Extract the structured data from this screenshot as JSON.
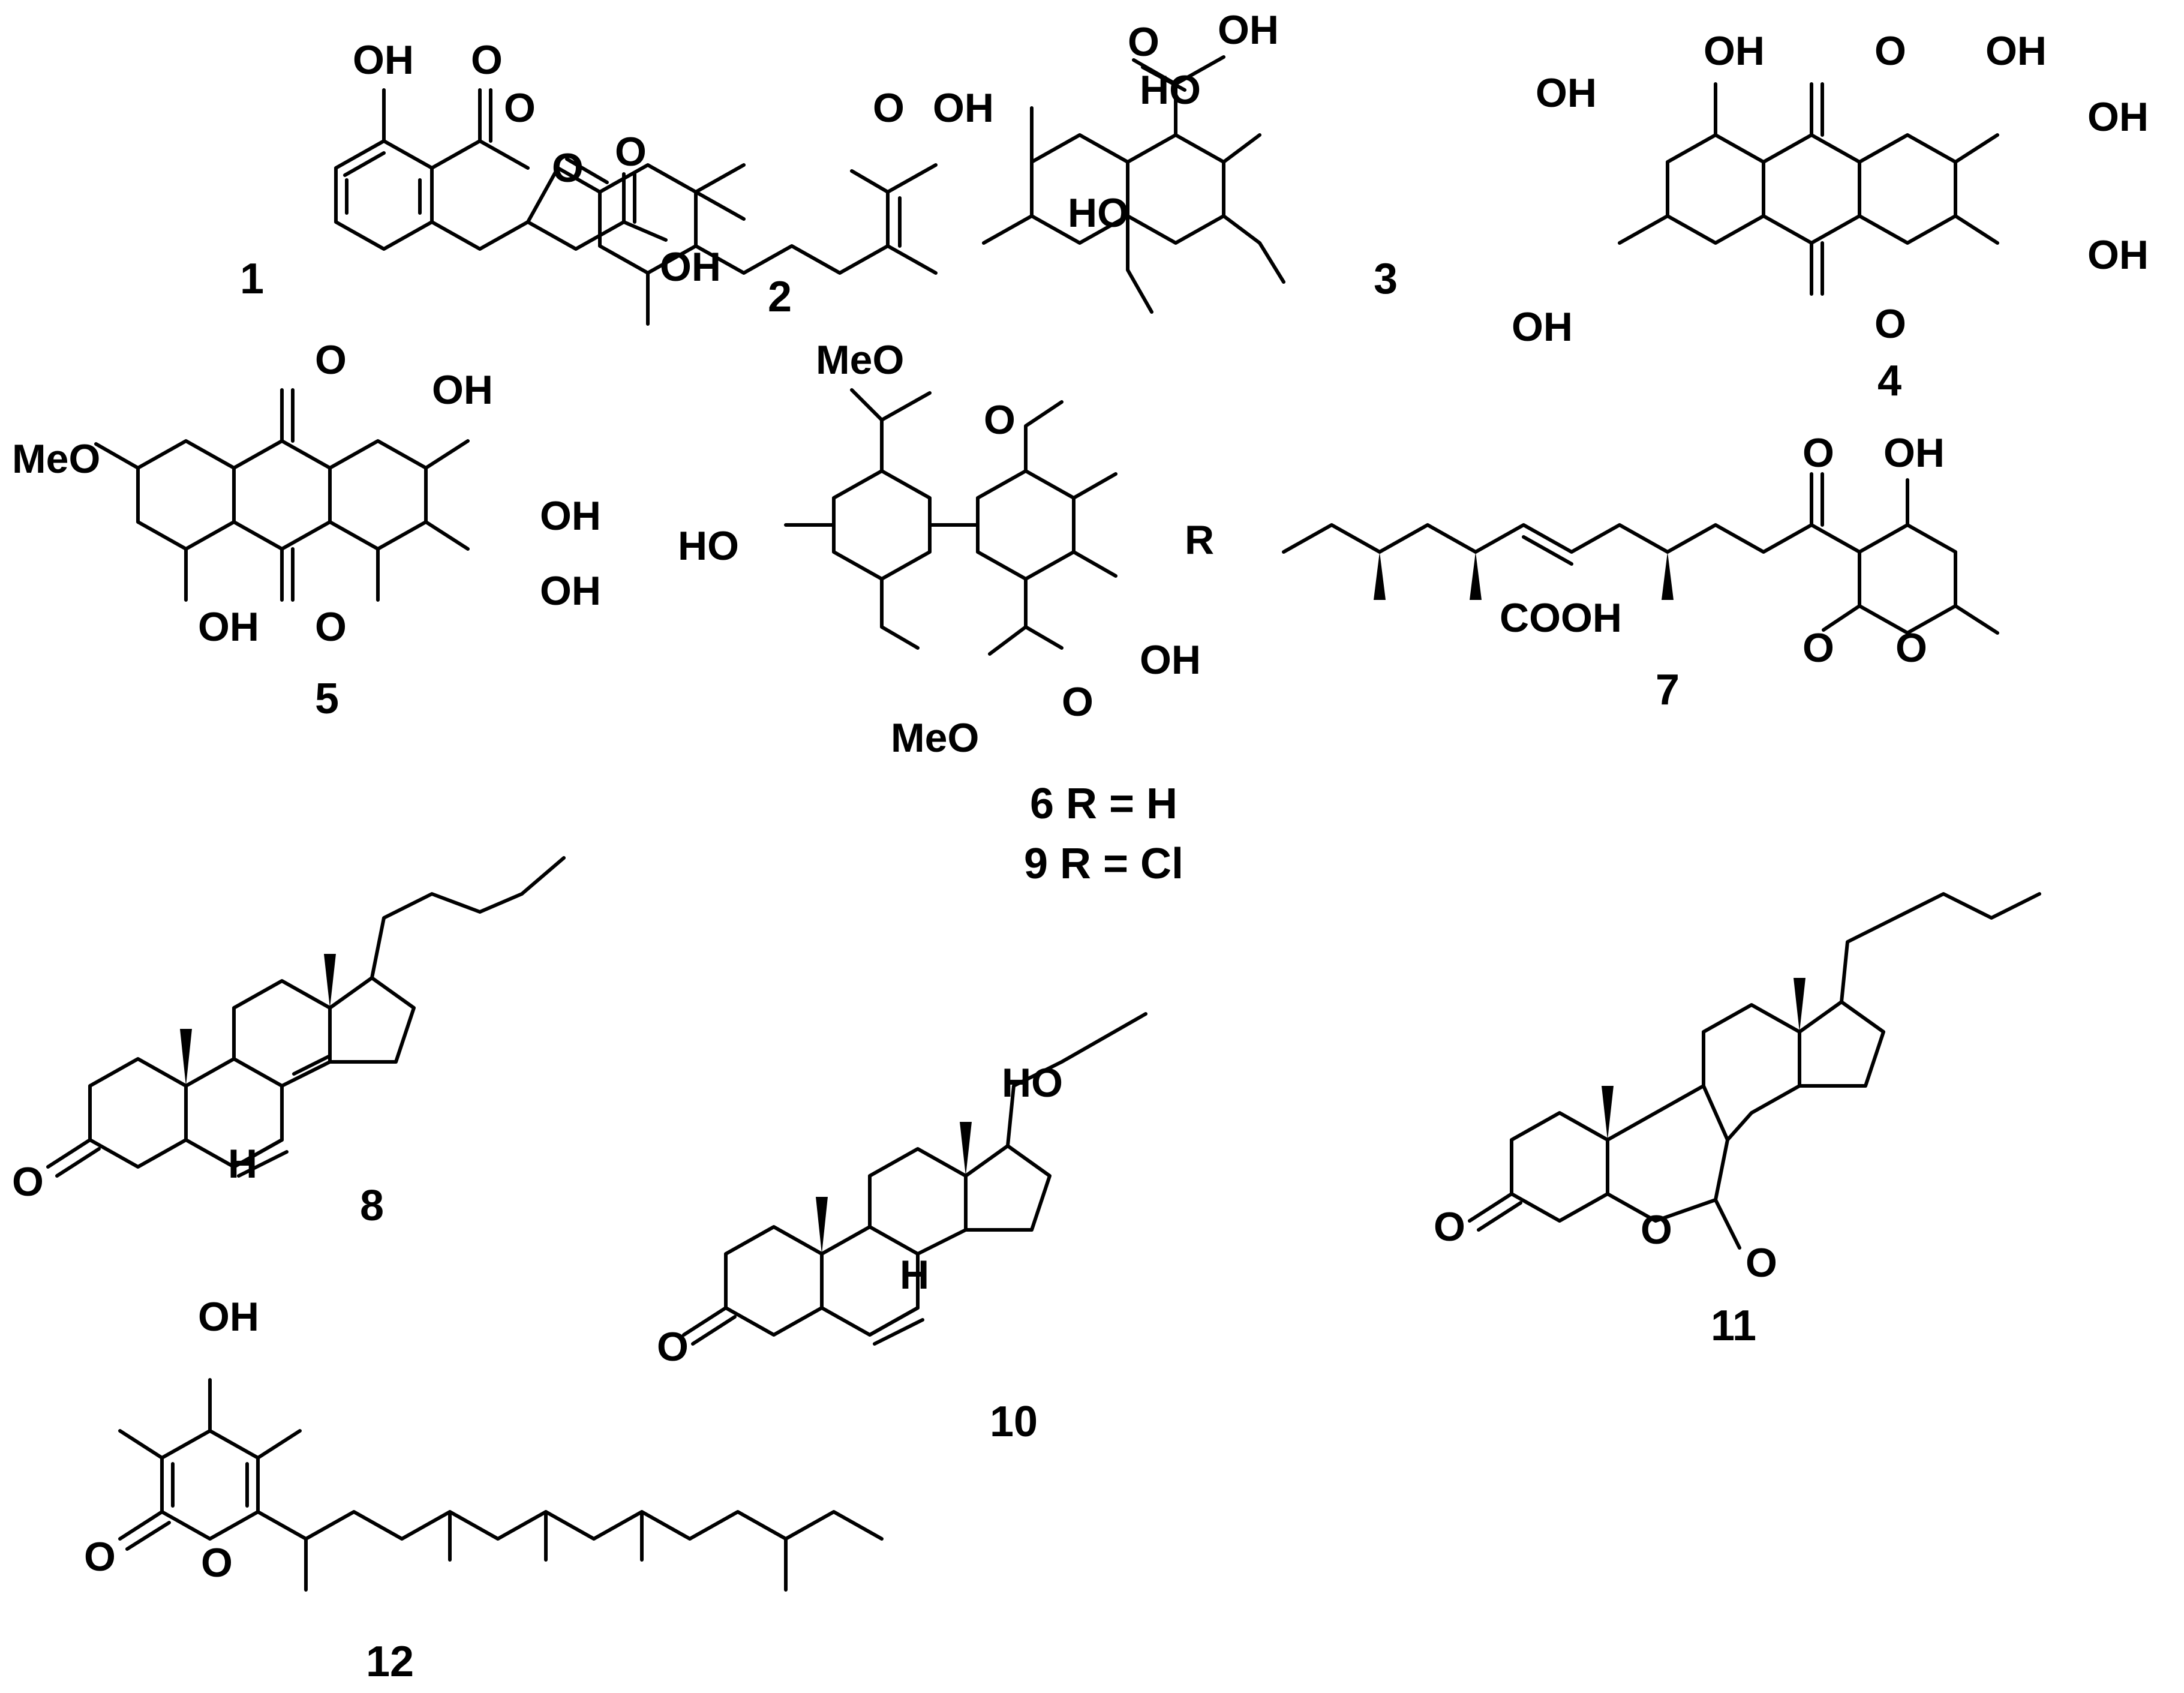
{
  "compounds": [
    {
      "label": "1",
      "atoms": {
        "oh_top": "OH",
        "o_carbonyl": "O",
        "o_ring": "O",
        "o_acid": "O",
        "oh_acid": "OH"
      }
    },
    {
      "label": "2",
      "atoms": {
        "o_ketone": "O",
        "o_acid": "O",
        "oh_acid": "OH"
      }
    },
    {
      "label": "3",
      "atoms": {
        "oh_acid": "OH",
        "o_acid": "O",
        "ho_a": "HO",
        "ho_b": "HO",
        "oh_c": "OH",
        "oh_d": "OH"
      }
    },
    {
      "label": "4",
      "atoms": {
        "oh_a": "OH",
        "o_top": "O",
        "oh_b": "OH",
        "oh_c": "OH",
        "oh_d": "OH",
        "o_bottom": "O"
      }
    },
    {
      "label": "5",
      "atoms": {
        "meo": "MeO",
        "o_top": "O",
        "oh_a": "OH",
        "oh_b": "OH",
        "oh_c": "OH",
        "oh_d": "OH",
        "o_bottom": "O"
      }
    },
    {
      "label": "6 R = H",
      "atoms": {
        "meo_top": "MeO",
        "o_top": "O",
        "ho": "HO",
        "r": "R",
        "oh": "OH",
        "meo_bottom": "MeO",
        "o_bottom": "O"
      }
    },
    {
      "label": "9 R = Cl"
    },
    {
      "label": "7",
      "atoms": {
        "cooh": "COOH",
        "o_ketone": "O",
        "oh": "OH",
        "o_lactone": "O",
        "o_ring": "O"
      }
    },
    {
      "label": "8",
      "atoms": {
        "h": "H",
        "o": "O"
      }
    },
    {
      "label": "10",
      "atoms": {
        "ho": "HO",
        "h": "H",
        "o": "O"
      }
    },
    {
      "label": "11",
      "atoms": {
        "o_ketone": "O",
        "o_ring": "O",
        "o_lactone": "O"
      }
    },
    {
      "label": "12",
      "atoms": {
        "oh": "OH",
        "o_carbonyl": "O",
        "o_ring": "O"
      }
    }
  ]
}
